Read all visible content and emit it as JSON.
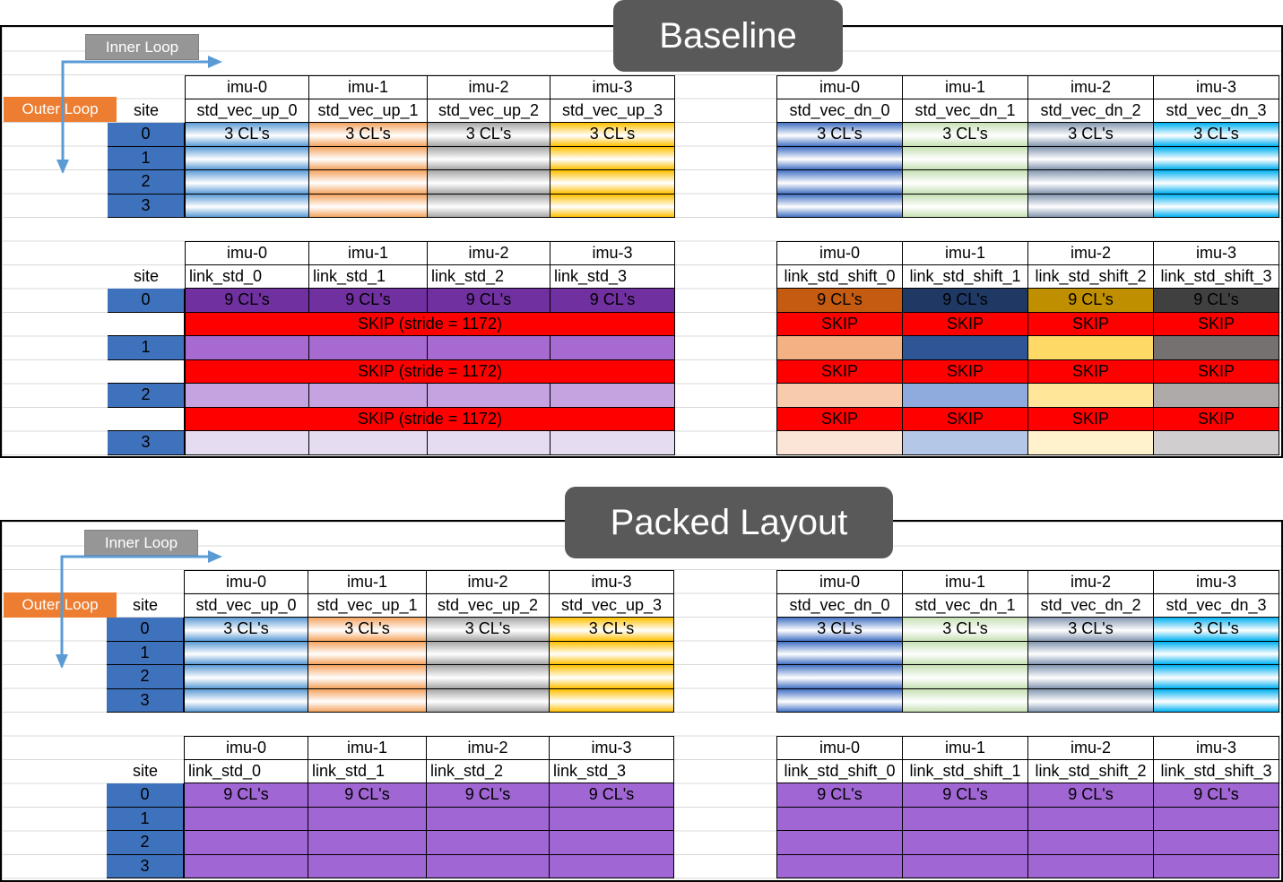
{
  "baseline": {
    "title": "Baseline",
    "inner_loop": "Inner Loop",
    "outer_loop": "Outer Loop",
    "top_left": {
      "imu": [
        "imu-0",
        "imu-1",
        "imu-2",
        "imu-3"
      ],
      "site_label": "site",
      "vecs": [
        "std_vec_up_0",
        "std_vec_up_1",
        "std_vec_up_2",
        "std_vec_up_3"
      ],
      "rows": [
        "0",
        "1",
        "2",
        "3"
      ],
      "cell_text": "3 CL's"
    },
    "top_right": {
      "imu": [
        "imu-0",
        "imu-1",
        "imu-2",
        "imu-3"
      ],
      "vecs": [
        "std_vec_dn_0",
        "std_vec_dn_1",
        "std_vec_dn_2",
        "std_vec_dn_3"
      ],
      "cell_text": "3 CL's"
    },
    "bottom_left": {
      "imu": [
        "imu-0",
        "imu-1",
        "imu-2",
        "imu-3"
      ],
      "site_label": "site",
      "vecs": [
        "link_std_0",
        "link_std_1",
        "link_std_2",
        "link_std_3"
      ],
      "rows": [
        "0",
        "1",
        "2",
        "3"
      ],
      "cell_text": "9 CL's",
      "skip_text": "SKIP (stride = 1172)"
    },
    "bottom_right": {
      "imu": [
        "imu-0",
        "imu-1",
        "imu-2",
        "imu-3"
      ],
      "vecs": [
        "link_std_shift_0",
        "link_std_shift_1",
        "link_std_shift_2",
        "link_std_shift_3"
      ],
      "cell_text": "9 CL's",
      "skip_text": "SKIP"
    }
  },
  "packed": {
    "title": "Packed Layout",
    "inner_loop": "Inner Loop",
    "outer_loop": "Outer Loop",
    "top_left": {
      "imu": [
        "imu-0",
        "imu-1",
        "imu-2",
        "imu-3"
      ],
      "site_label": "site",
      "vecs": [
        "std_vec_up_0",
        "std_vec_up_1",
        "std_vec_up_2",
        "std_vec_up_3"
      ],
      "rows": [
        "0",
        "1",
        "2",
        "3"
      ],
      "cell_text": "3 CL's"
    },
    "top_right": {
      "imu": [
        "imu-0",
        "imu-1",
        "imu-2",
        "imu-3"
      ],
      "vecs": [
        "std_vec_dn_0",
        "std_vec_dn_1",
        "std_vec_dn_2",
        "std_vec_dn_3"
      ],
      "cell_text": "3 CL's"
    },
    "bottom_left": {
      "imu": [
        "imu-0",
        "imu-1",
        "imu-2",
        "imu-3"
      ],
      "site_label": "site",
      "vecs": [
        "link_std_0",
        "link_std_1",
        "link_std_2",
        "link_std_3"
      ],
      "rows": [
        "0",
        "1",
        "2",
        "3"
      ],
      "cell_text": "9 CL's"
    },
    "bottom_right": {
      "imu": [
        "imu-0",
        "imu-1",
        "imu-2",
        "imu-3"
      ],
      "vecs": [
        "link_std_shift_0",
        "link_std_shift_1",
        "link_std_shift_2",
        "link_std_shift_3"
      ],
      "cell_text": "9 CL's"
    }
  },
  "colors": {
    "site_blue": "#3f72bc",
    "up": [
      "#5b9bd5",
      "#f4a460",
      "#a6a6a6",
      "#ffc000"
    ],
    "dn": [
      "#4472c4",
      "#c6e0b4",
      "#8497b0",
      "#00b0f0"
    ],
    "link_purple_dark": "#7030a0",
    "link_purple_rows": [
      "#a66ad0",
      "#c5a3e0",
      "#e6dcf2"
    ],
    "packed_purple": "#a066d3",
    "skip_red": "#ff0000",
    "shift_header": [
      "#c55a11",
      "#1f3864",
      "#bf8f00",
      "#404040"
    ],
    "shift_rows": [
      [
        "#f4b183",
        "#2f5597",
        "#ffd966",
        "#767171"
      ],
      [
        "#f8cbad",
        "#8faadc",
        "#ffe699",
        "#aeaaaa"
      ],
      [
        "#fbe5d6",
        "#b4c7e7",
        "#fff2cc",
        "#d0cece"
      ]
    ]
  }
}
